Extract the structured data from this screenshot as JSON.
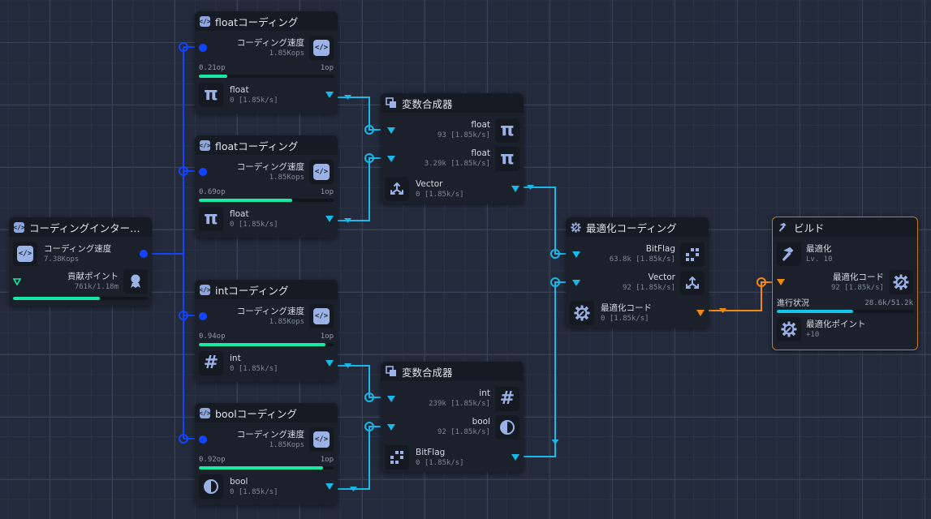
{
  "colors": {
    "blue_wire": "#1243ff",
    "cyan_wire": "#1ab8e8",
    "orange_wire": "#f08a14",
    "progress_green": "#17e8a2",
    "progress_cyan": "#14c6ea",
    "icon_accent": "#9bb2e6",
    "build_border": "#c97a1e"
  },
  "nodes": {
    "interface": {
      "title": "コーディングインター…",
      "icon": "code-icon",
      "speed_label": "コーディング速度",
      "speed_value": "7.38Kops",
      "points_label": "貢献ポイント",
      "points_value": "761k/1.18m",
      "points_icon": "award-icon",
      "progress": 0.645
    },
    "float1": {
      "title": "floatコーディング",
      "speed_label": "コーディング速度",
      "speed_value": "1.85Kops",
      "progress_current": "0.21op",
      "progress_max": "1op",
      "progress": 0.21,
      "output_label": "float",
      "output_value": "0 [1.85k/s]",
      "output_icon": "pi-icon"
    },
    "float2": {
      "title": "floatコーディング",
      "speed_label": "コーディング速度",
      "speed_value": "1.85Kops",
      "progress_current": "0.69op",
      "progress_max": "1op",
      "progress": 0.69,
      "output_label": "float",
      "output_value": "0 [1.85k/s]",
      "output_icon": "pi-icon"
    },
    "int": {
      "title": "intコーディング",
      "speed_label": "コーディング速度",
      "speed_value": "1.85Kops",
      "progress_current": "0.94op",
      "progress_max": "1op",
      "progress": 0.94,
      "output_label": "int",
      "output_value": "0 [1.85k/s]",
      "output_icon": "hash-icon"
    },
    "bool": {
      "title": "boolコーディング",
      "speed_label": "コーディング速度",
      "speed_value": "1.85Kops",
      "progress_current": "0.92op",
      "progress_max": "1op",
      "progress": 0.92,
      "output_label": "bool",
      "output_value": "0 [1.85k/s]",
      "output_icon": "half-circle-icon"
    },
    "synth1": {
      "title": "変数合成器",
      "inputs": [
        {
          "label": "float",
          "value": "93 [1.85k/s]",
          "icon": "pi-icon"
        },
        {
          "label": "float",
          "value": "3.29k [1.85k/s]",
          "icon": "pi-icon"
        }
      ],
      "output_label": "Vector",
      "output_value": "0 [1.85k/s]",
      "output_icon": "vector-icon"
    },
    "synth2": {
      "title": "変数合成器",
      "inputs": [
        {
          "label": "int",
          "value": "239k [1.85k/s]",
          "icon": "hash-icon"
        },
        {
          "label": "bool",
          "value": "92 [1.85k/s]",
          "icon": "half-circle-icon"
        }
      ],
      "output_label": "BitFlag",
      "output_value": "0 [1.85k/s]",
      "output_icon": "bitflag-icon"
    },
    "optimizer": {
      "title": "最適化コーディング",
      "inputs": [
        {
          "label": "BitFlag",
          "value": "63.8k [1.85k/s]",
          "icon": "bitflag-icon"
        },
        {
          "label": "Vector",
          "value": "92 [1.85k/s]",
          "icon": "vector-icon"
        }
      ],
      "output_label": "最適化コード",
      "output_value": "0 [1.85k/s]",
      "output_icon": "gear-wrench-icon"
    },
    "build": {
      "title": "ビルド",
      "upgrade_label": "最適化",
      "upgrade_level": "Lv. 10",
      "input_label": "最適化コード",
      "input_value": "92 [1.85k/s]",
      "progress_label": "進行状況",
      "progress_value": "28.6k/51.2k",
      "progress": 0.559,
      "points_label": "最適化ポイント",
      "points_value": "+10"
    }
  }
}
